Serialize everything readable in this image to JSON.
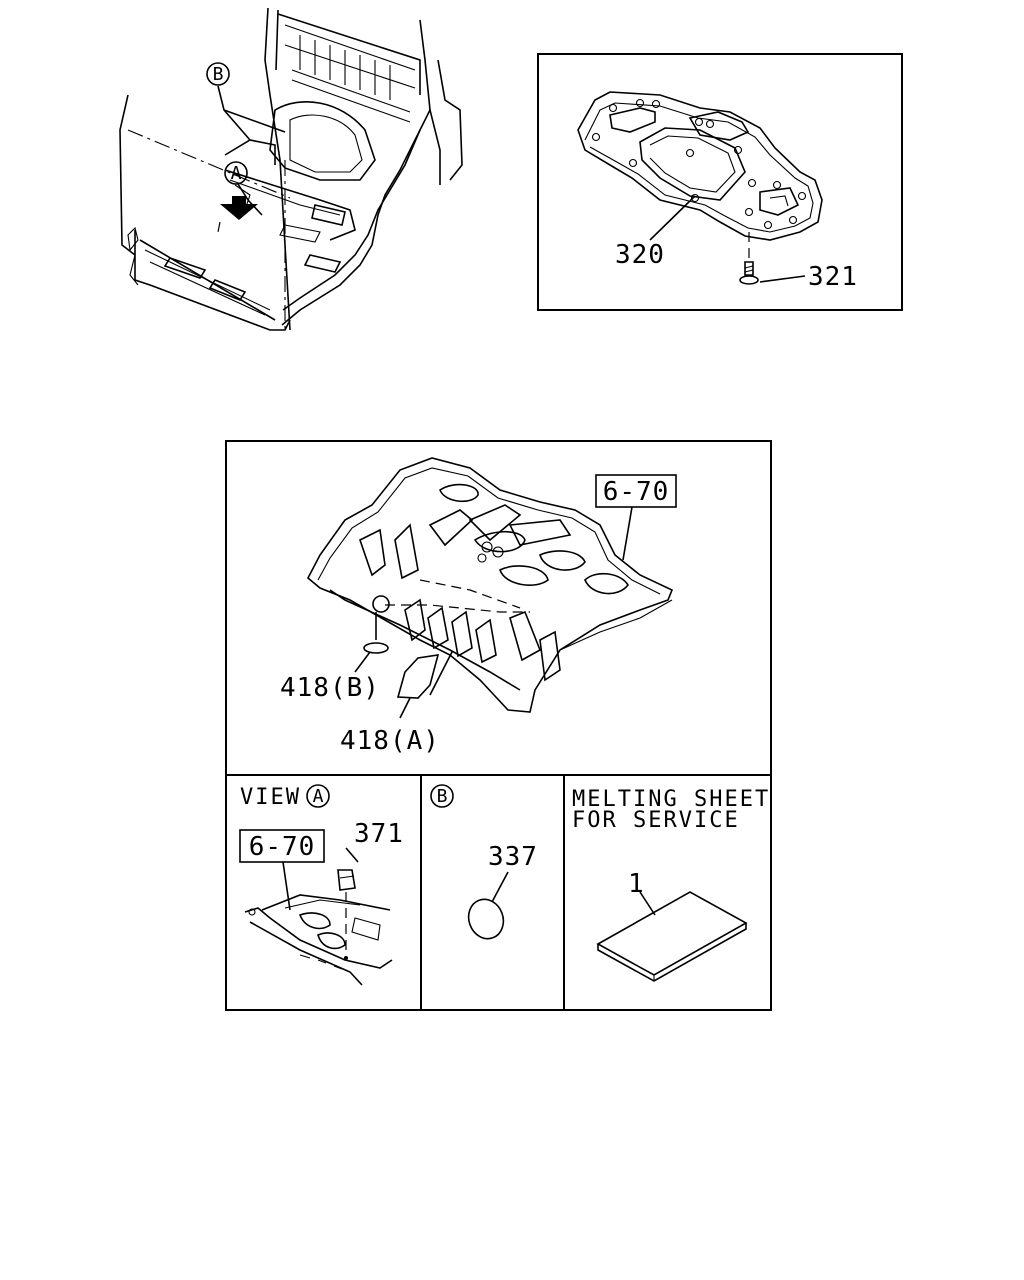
{
  "overview": {
    "callout_b": "B",
    "callout_a": "A"
  },
  "cover_panel": {
    "part_cover": "320",
    "part_fastener": "321"
  },
  "floor_panel": {
    "ref_box": "6-70",
    "part_418b": "418(B)",
    "part_418a": "418(A)"
  },
  "view_a": {
    "title": "VIEW",
    "circle_letter": "A",
    "ref_box": "6-70",
    "part_clip": "371"
  },
  "detail_b": {
    "circle_letter": "B",
    "part_plug": "337"
  },
  "melting_sheet": {
    "title_line1": "MELTING SHEET",
    "title_line2": "FOR SERVICE",
    "part_number": "1"
  }
}
